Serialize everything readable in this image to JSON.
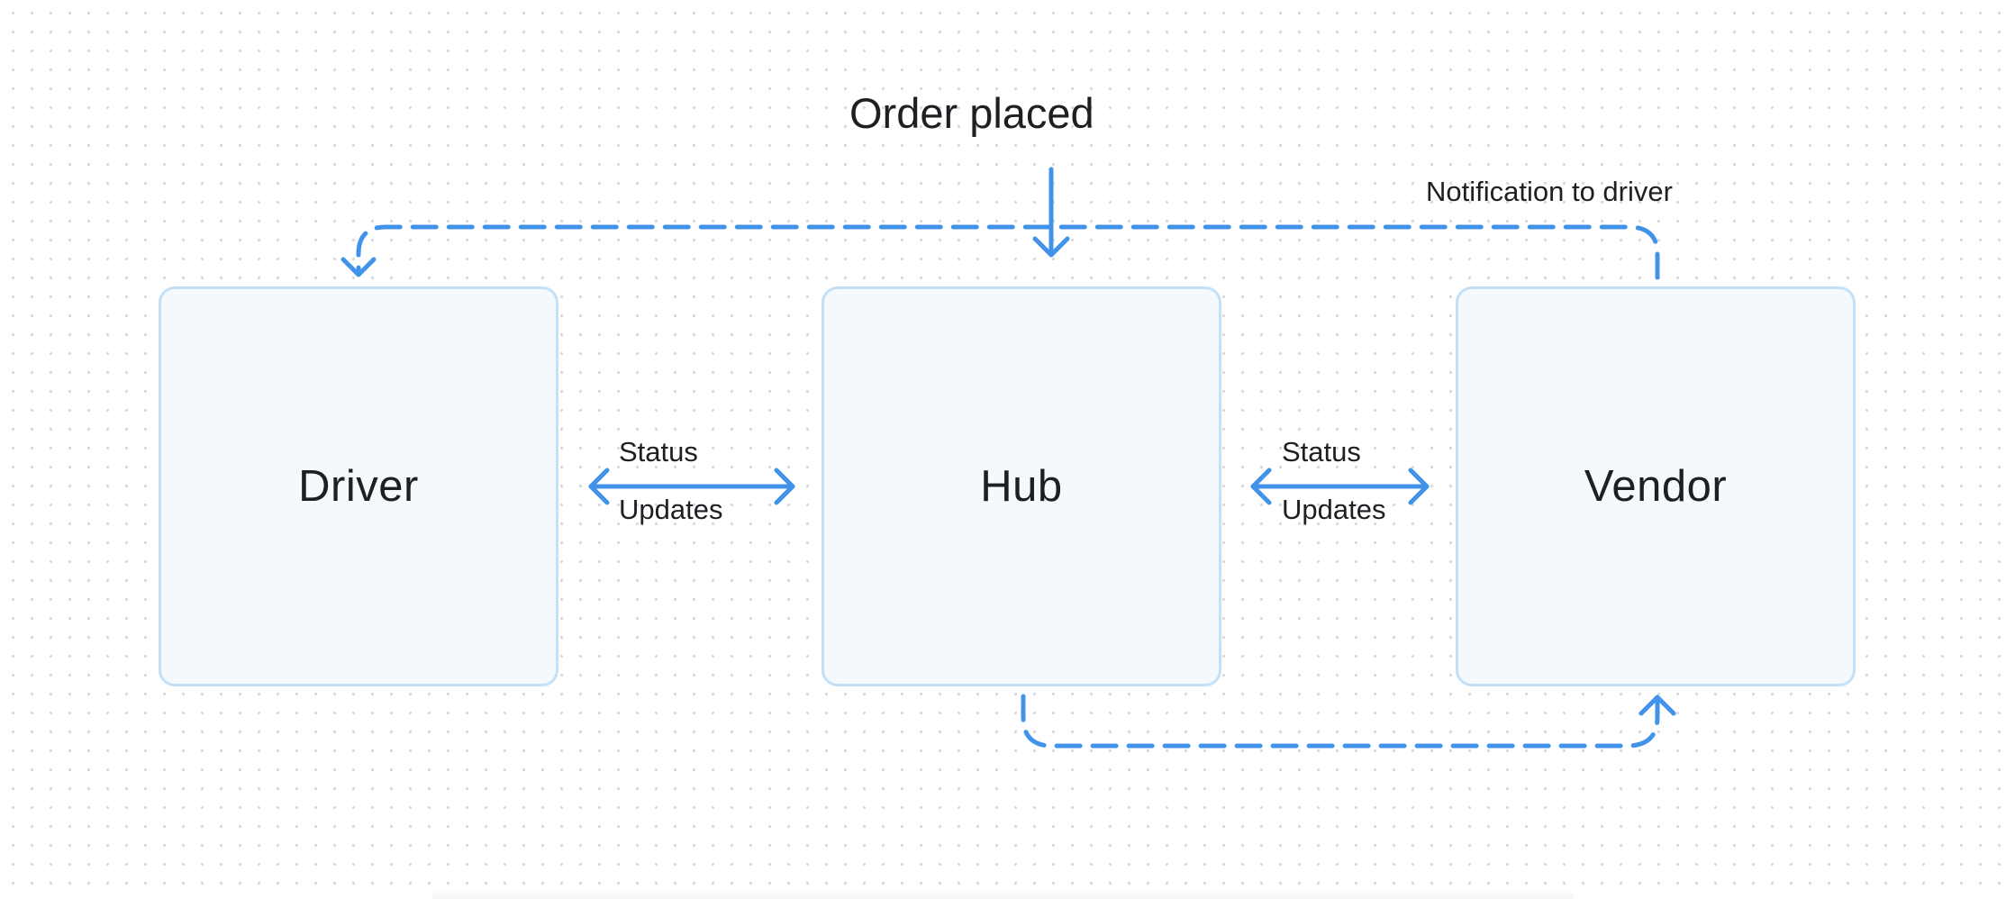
{
  "diagram": {
    "title": "Order placed",
    "nodes": {
      "driver": "Driver",
      "hub": "Hub",
      "vendor": "Vendor"
    },
    "edges": {
      "notification": "Notification to driver",
      "left_status": "Status",
      "left_updates": "Updates",
      "right_status": "Status",
      "right_updates": "Updates"
    }
  },
  "colors": {
    "arrow": "#4193ea",
    "node_fill": "#f4f9fd",
    "node_border": "#c4e0f6",
    "grid_dot": "#d7dbe0"
  }
}
